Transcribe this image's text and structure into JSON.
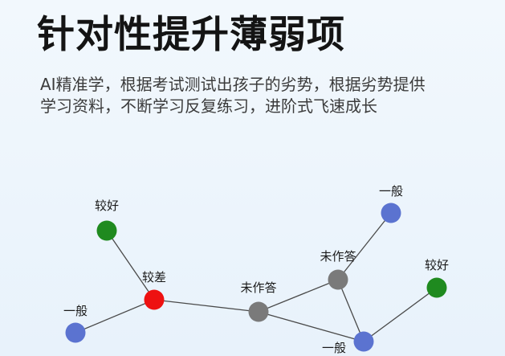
{
  "heading": {
    "title": "针对性提升薄弱项",
    "description_lines": [
      "AI精准学，根据考试测试出孩子的劣势，根据劣势提供",
      "学习资料，不断学习反复练习，进阶式飞速成长"
    ]
  },
  "graph": {
    "colors": {
      "good": "#1f8a1f",
      "poor": "#ee1111",
      "normal": "#5b73d0",
      "unanswered": "#7a7a7a",
      "edge": "#4a4a4a"
    },
    "nodes": [
      {
        "id": "n1",
        "label": "较好",
        "status": "good"
      },
      {
        "id": "n2",
        "label": "较差",
        "status": "poor"
      },
      {
        "id": "n3",
        "label": "一般",
        "status": "normal"
      },
      {
        "id": "n4",
        "label": "未作答",
        "status": "unanswered"
      },
      {
        "id": "n5",
        "label": "未作答",
        "status": "unanswered"
      },
      {
        "id": "n6",
        "label": "一般",
        "status": "normal"
      },
      {
        "id": "n7",
        "label": "较好",
        "status": "good"
      },
      {
        "id": "n8",
        "label": "一般",
        "status": "normal"
      }
    ],
    "edges": [
      [
        "n1",
        "n2"
      ],
      [
        "n2",
        "n3"
      ],
      [
        "n2",
        "n4"
      ],
      [
        "n4",
        "n5"
      ],
      [
        "n4",
        "n8"
      ],
      [
        "n5",
        "n6"
      ],
      [
        "n5",
        "n8"
      ],
      [
        "n7",
        "n8"
      ]
    ]
  }
}
